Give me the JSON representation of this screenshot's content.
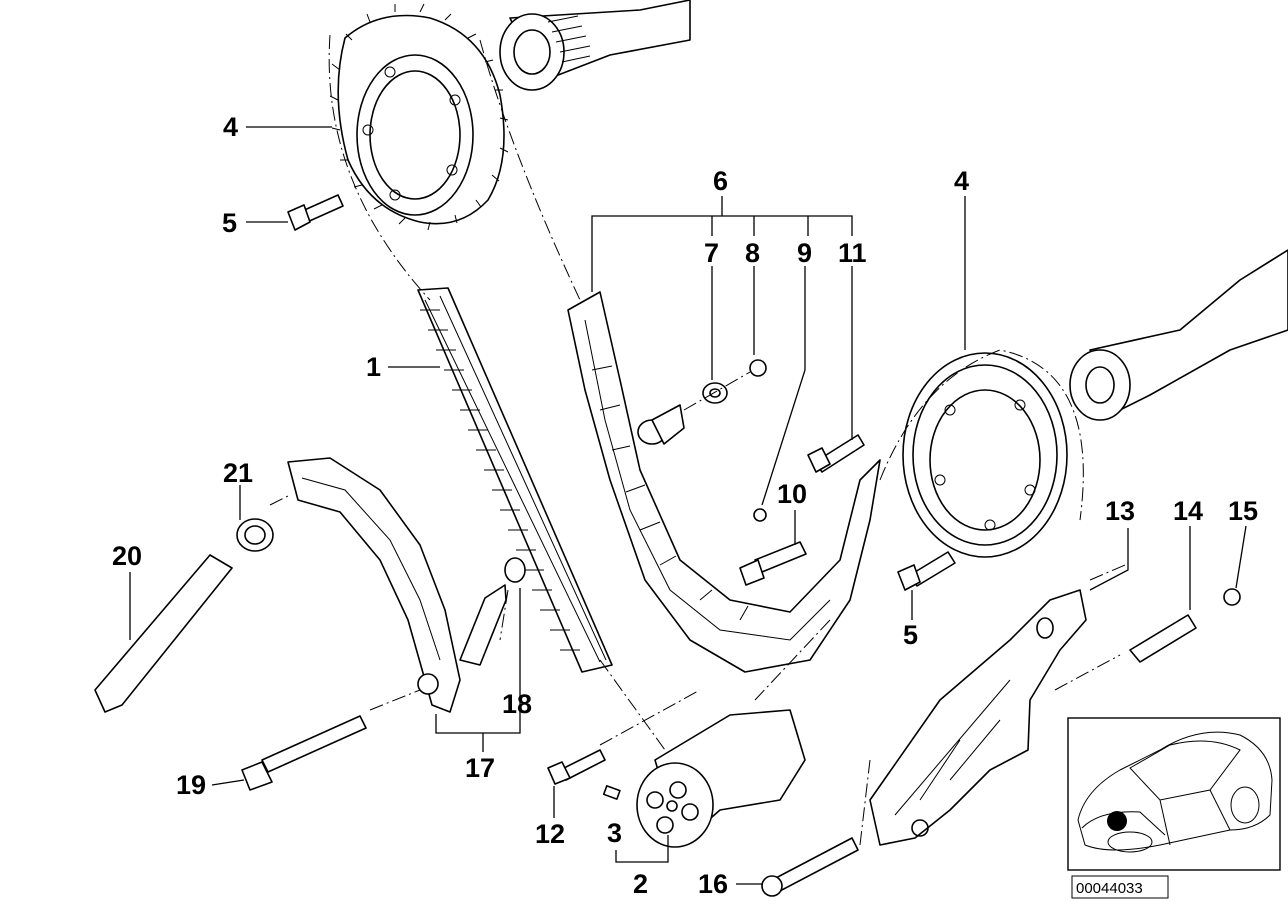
{
  "diagram": {
    "part_number": "00044033",
    "callouts": [
      {
        "id": "c1",
        "text": "1"
      },
      {
        "id": "c2",
        "text": "2"
      },
      {
        "id": "c3",
        "text": "3"
      },
      {
        "id": "c4a",
        "text": "4"
      },
      {
        "id": "c4b",
        "text": "4"
      },
      {
        "id": "c5a",
        "text": "5"
      },
      {
        "id": "c5b",
        "text": "5"
      },
      {
        "id": "c6",
        "text": "6"
      },
      {
        "id": "c7",
        "text": "7"
      },
      {
        "id": "c8",
        "text": "8"
      },
      {
        "id": "c9",
        "text": "9"
      },
      {
        "id": "c10",
        "text": "10"
      },
      {
        "id": "c11",
        "text": "11"
      },
      {
        "id": "c12",
        "text": "12"
      },
      {
        "id": "c13",
        "text": "13"
      },
      {
        "id": "c14",
        "text": "14"
      },
      {
        "id": "c15",
        "text": "15"
      },
      {
        "id": "c16",
        "text": "16"
      },
      {
        "id": "c17",
        "text": "17"
      },
      {
        "id": "c18",
        "text": "18"
      },
      {
        "id": "c19",
        "text": "19"
      },
      {
        "id": "c20",
        "text": "20"
      },
      {
        "id": "c21",
        "text": "21"
      }
    ]
  }
}
